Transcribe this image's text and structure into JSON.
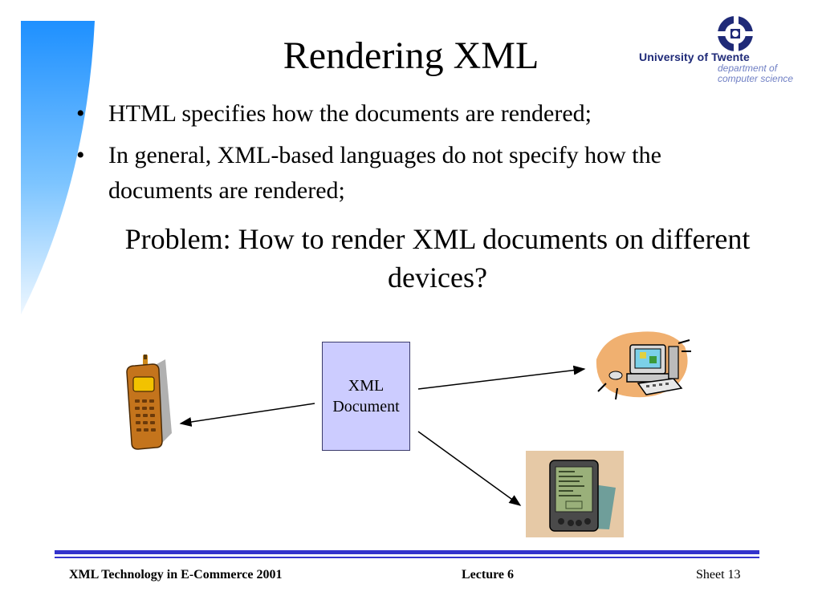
{
  "slide": {
    "title": "Rendering XML",
    "bullets": [
      {
        "marker": "•",
        "text": "HTML specifies how the documents are rendered;"
      },
      {
        "marker": "•",
        "text": "In general, XML-based languages do not specify how the documents are rendered;"
      }
    ],
    "problem": "Problem: How to render XML documents on different devices?",
    "diagram": {
      "document_label_line1": "XML",
      "document_label_line2": "Document",
      "targets": [
        "mobile-phone-icon",
        "desktop-computer-icon",
        "pda-icon"
      ],
      "box_color": "#ccccff"
    }
  },
  "logo": {
    "name": "University of Twente",
    "dept_line1": "department of",
    "dept_line2": "computer science",
    "name_color": "#1f2a78",
    "dept_color": "#6f7fc4"
  },
  "footer": {
    "left": "XML Technology in E-Commerce 2001",
    "middle": "Lecture 6",
    "right": "Sheet 13",
    "rule_color": "#3333cc"
  }
}
